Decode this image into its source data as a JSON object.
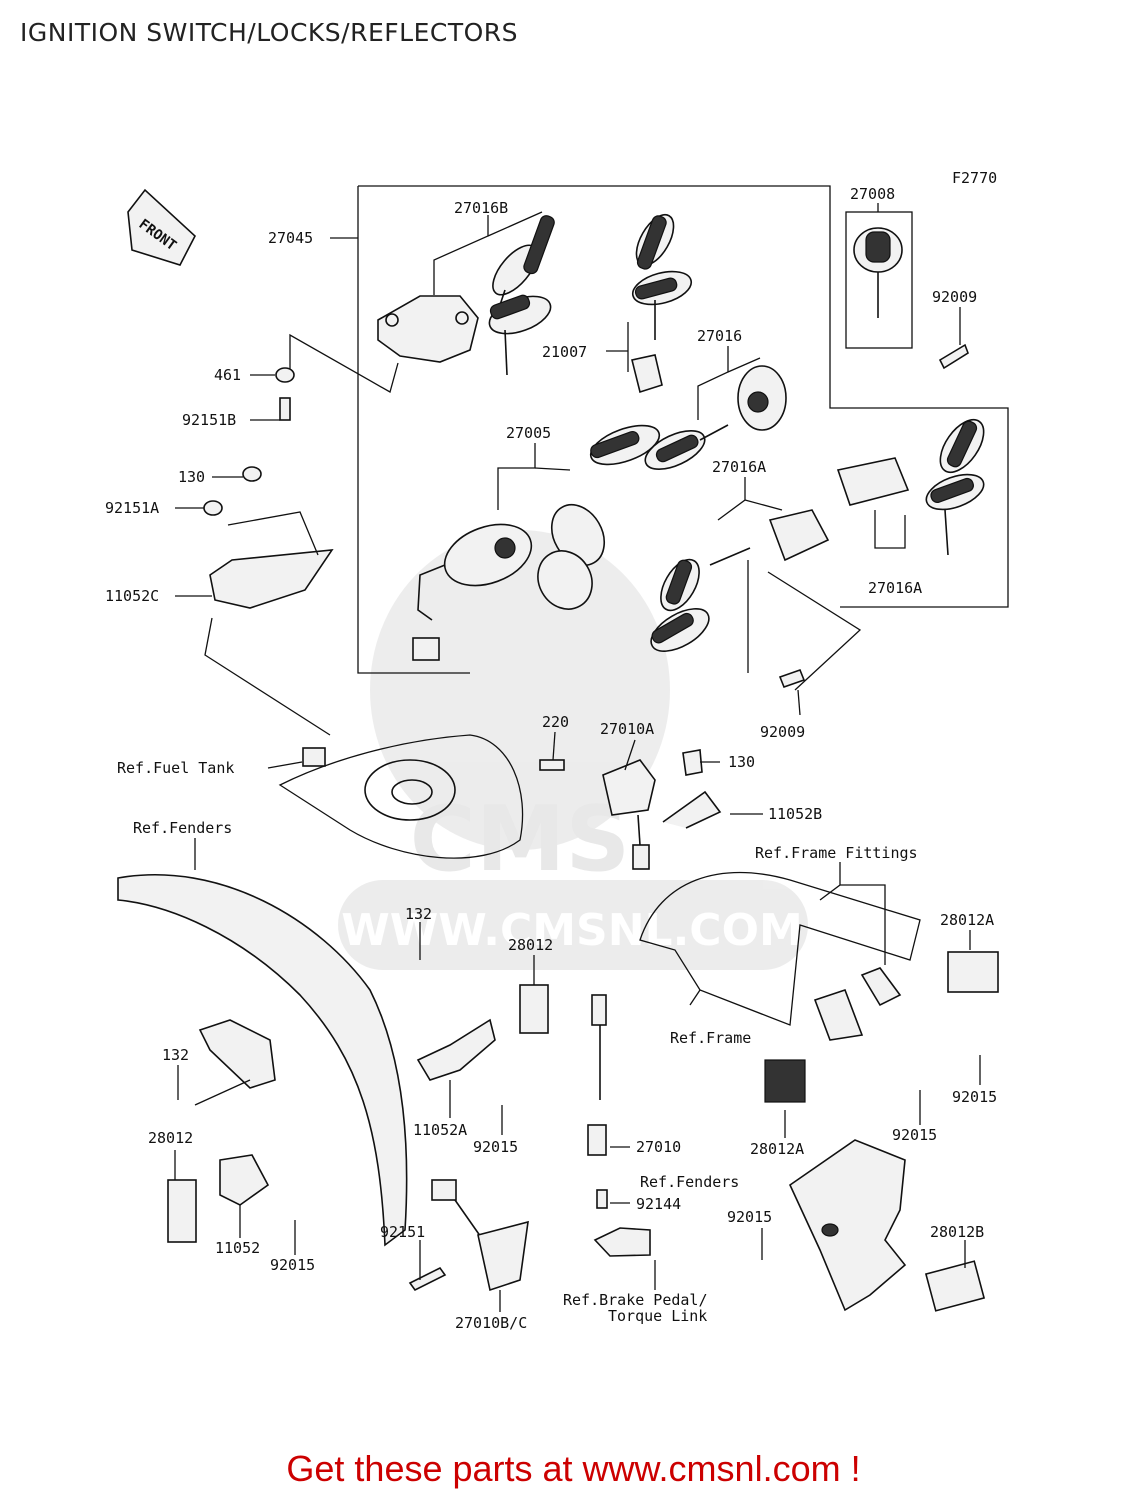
{
  "title": "IGNITION SWITCH/LOCKS/REFLECTORS",
  "figure_code": "F2770",
  "front_label": "FRONT",
  "watermark": {
    "brand": "CMS",
    "url": "WWW.CMSNL.COM"
  },
  "part_labels": [
    "27016B",
    "27045",
    "461",
    "92151B",
    "130",
    "92151A",
    "11052C",
    "27008",
    "92009",
    "21007",
    "27016",
    "27005",
    "27016A",
    "27016A",
    "92009",
    "220",
    "27010A",
    "130",
    "11052B",
    "28012A",
    "132",
    "28012",
    "132",
    "28012",
    "11052A",
    "92015",
    "27010",
    "28012A",
    "92015",
    "92015",
    "11052",
    "92015",
    "92151",
    "92144",
    "92015",
    "28012B",
    "27010B/C"
  ],
  "ref_labels": [
    "Ref.Fuel Tank",
    "Ref.Fenders",
    "Ref.Frame Fittings",
    "Ref.Frame",
    "Ref.Fenders",
    "Ref.Brake Pedal/",
    "Torque Link"
  ],
  "footer": "Get these parts at www.cmsnl.com !"
}
